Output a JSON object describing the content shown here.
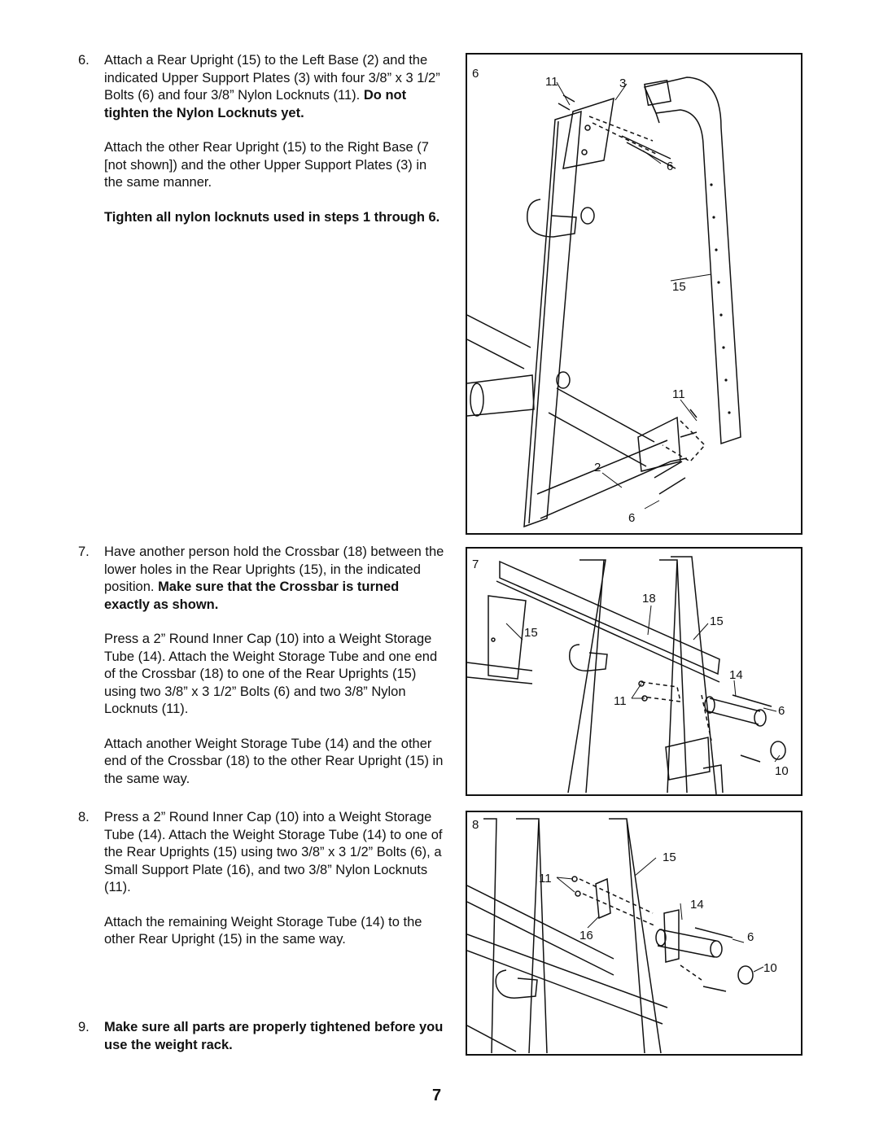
{
  "step6": {
    "number": "6.",
    "p1_text": "Attach a Rear Upright (15) to the Left Base (2) and the indicated Upper Support Plates (3) with four 3/8” x 3 1/2” Bolts (6) and four 3/8” Nylon Locknuts (11).",
    "p1_bold": "Do not tighten the Nylon Locknuts yet.",
    "p2": "Attach the other Rear Upright (15) to the Right Base (7 [not shown]) and the other Upper Support Plates (3) in the same manner.",
    "p3_bold": "Tighten all nylon locknuts used in steps 1 through 6."
  },
  "step7": {
    "number": "7.",
    "p1_text": "Have another person hold the Crossbar (18) between the lower holes in the Rear Uprights (15), in the indicated position.",
    "p1_bold": "Make sure that the Crossbar is turned exactly as shown.",
    "p2": "Press a 2” Round Inner Cap (10) into a Weight Storage Tube (14). Attach the Weight Storage Tube and one end of the Crossbar (18) to one of the Rear Uprights (15) using two 3/8” x 3 1/2” Bolts (6) and two 3/8” Nylon Locknuts (11).",
    "p3": "Attach another Weight Storage Tube (14) and the other end of the Crossbar (18) to the other Rear Upright (15) in the same way."
  },
  "step8": {
    "number": "8.",
    "p1": "Press a 2” Round Inner Cap (10) into a Weight Storage Tube (14). Attach the Weight Storage Tube (14) to one of the Rear Uprights (15) using two 3/8” x 3 1/2” Bolts (6), a Small Support Plate (16), and two 3/8” Nylon Locknuts (11).",
    "p2": "Attach the remaining Weight Storage Tube (14) to the other Rear Upright (15) in the same way."
  },
  "step9": {
    "number": "9.",
    "bold": "Make sure all parts are properly tightened before you use the weight rack."
  },
  "figure6": {
    "step": "6",
    "labels": [
      "11",
      "3",
      "6",
      "15",
      "11",
      "2",
      "6"
    ]
  },
  "figure7": {
    "step": "7",
    "labels": [
      "18",
      "15",
      "15",
      "14",
      "11",
      "6",
      "10"
    ]
  },
  "figure8": {
    "step": "8",
    "labels": [
      "15",
      "11",
      "14",
      "16",
      "6",
      "10"
    ]
  },
  "page_number": "7"
}
